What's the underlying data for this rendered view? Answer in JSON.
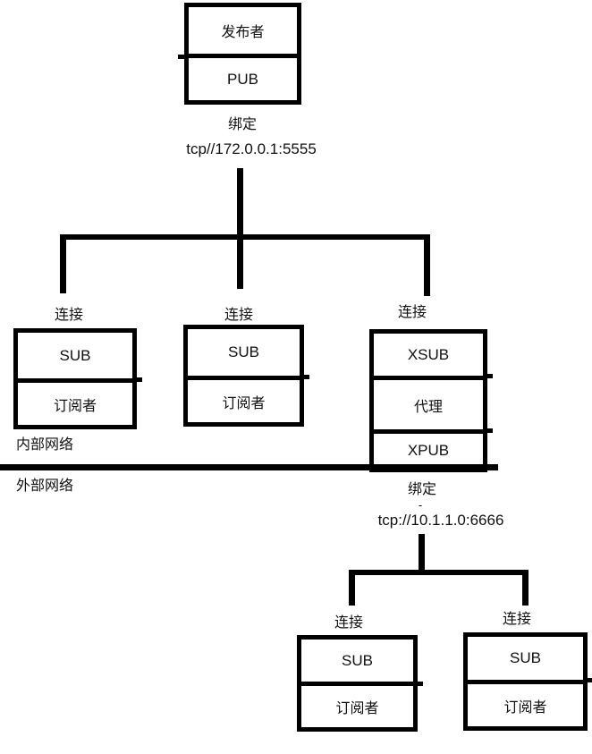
{
  "colors": {
    "line": "#000000",
    "text": "#111111",
    "bg": "#ffffff"
  },
  "publisher": {
    "cells": [
      "发布者",
      "PUB"
    ]
  },
  "bind_top": {
    "label": "绑定",
    "address": "tcp//172.0.0.1:5555"
  },
  "connect_labels": {
    "subscriber1": "连接",
    "subscriber2": "连接",
    "proxy": "连接",
    "subscriber3": "连接",
    "subscriber4": "连接"
  },
  "subscriber1": {
    "cells": [
      "SUB",
      "订阅者"
    ]
  },
  "subscriber2": {
    "cells": [
      "SUB",
      "订阅者"
    ]
  },
  "proxy": {
    "cells": [
      "XSUB",
      "代理",
      "XPUB"
    ]
  },
  "network": {
    "internal": "内部网络",
    "external": "外部网络"
  },
  "bind_bottom": {
    "label": "绑定",
    "separator": "-",
    "address": "tcp://10.1.1.0:6666"
  },
  "subscriber3": {
    "cells": [
      "SUB",
      "订阅者"
    ]
  },
  "subscriber4": {
    "cells": [
      "SUB",
      "订阅者"
    ]
  }
}
